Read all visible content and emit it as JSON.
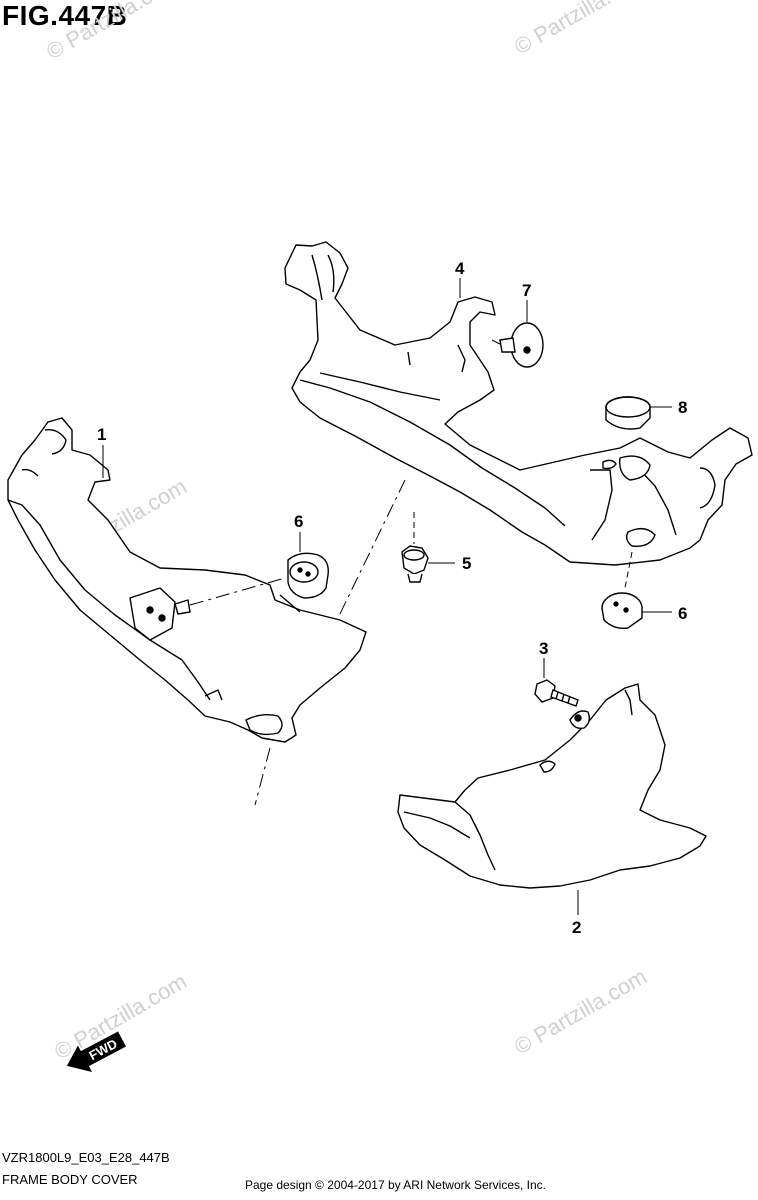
{
  "figure": {
    "title": "FIG.447B",
    "code": "VZR1800L9_E03_E28_447B",
    "name": "FRAME BODY COVER"
  },
  "callouts": [
    "1",
    "2",
    "3",
    "4",
    "5",
    "6",
    "6",
    "7",
    "8"
  ],
  "watermark": "© Partzilla.com",
  "direction_badge": "FWD",
  "credit": "Page design © 2004-2017 by ARI Network Services, Inc."
}
